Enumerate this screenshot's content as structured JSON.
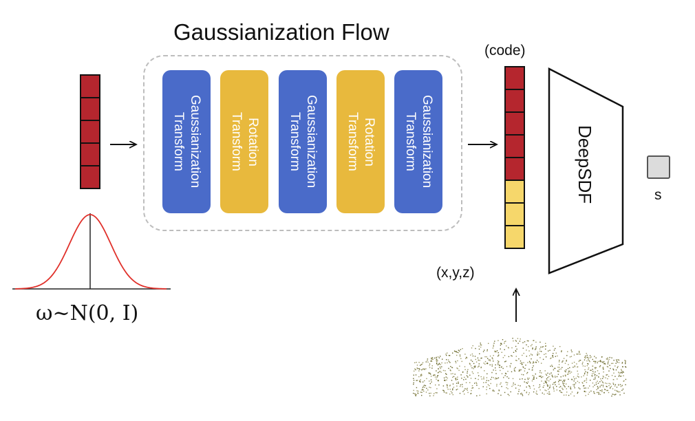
{
  "title": "Gaussianization Flow",
  "flow_blocks": [
    {
      "lines": [
        "Gaussianization",
        "Transform"
      ],
      "kind": "gaussianization"
    },
    {
      "lines": [
        "Rotation",
        "Transform"
      ],
      "kind": "rotation"
    },
    {
      "lines": [
        "Gaussianization",
        "Transform"
      ],
      "kind": "gaussianization"
    },
    {
      "lines": [
        "Rotation",
        "Transform"
      ],
      "kind": "rotation"
    },
    {
      "lines": [
        "Gaussianization",
        "Transform"
      ],
      "kind": "gaussianization"
    }
  ],
  "colors": {
    "gaussianization": "#4a6bc9",
    "rotation": "#e8b93d",
    "latent_cell": "#b5262e",
    "xyz_cell": "#f6d76b",
    "gaussian_curve": "#e0302a"
  },
  "input_vector": {
    "cells": 5
  },
  "prior_label": "ω~N(0, I)",
  "code_vector": {
    "code_label": "(code)",
    "code_cells": 5,
    "xyz_label": "(x,y,z)",
    "xyz_cells": 3
  },
  "decoder_label": "DeepSDF",
  "output_label": "s",
  "point_cloud_icon": "car-point-cloud-icon"
}
